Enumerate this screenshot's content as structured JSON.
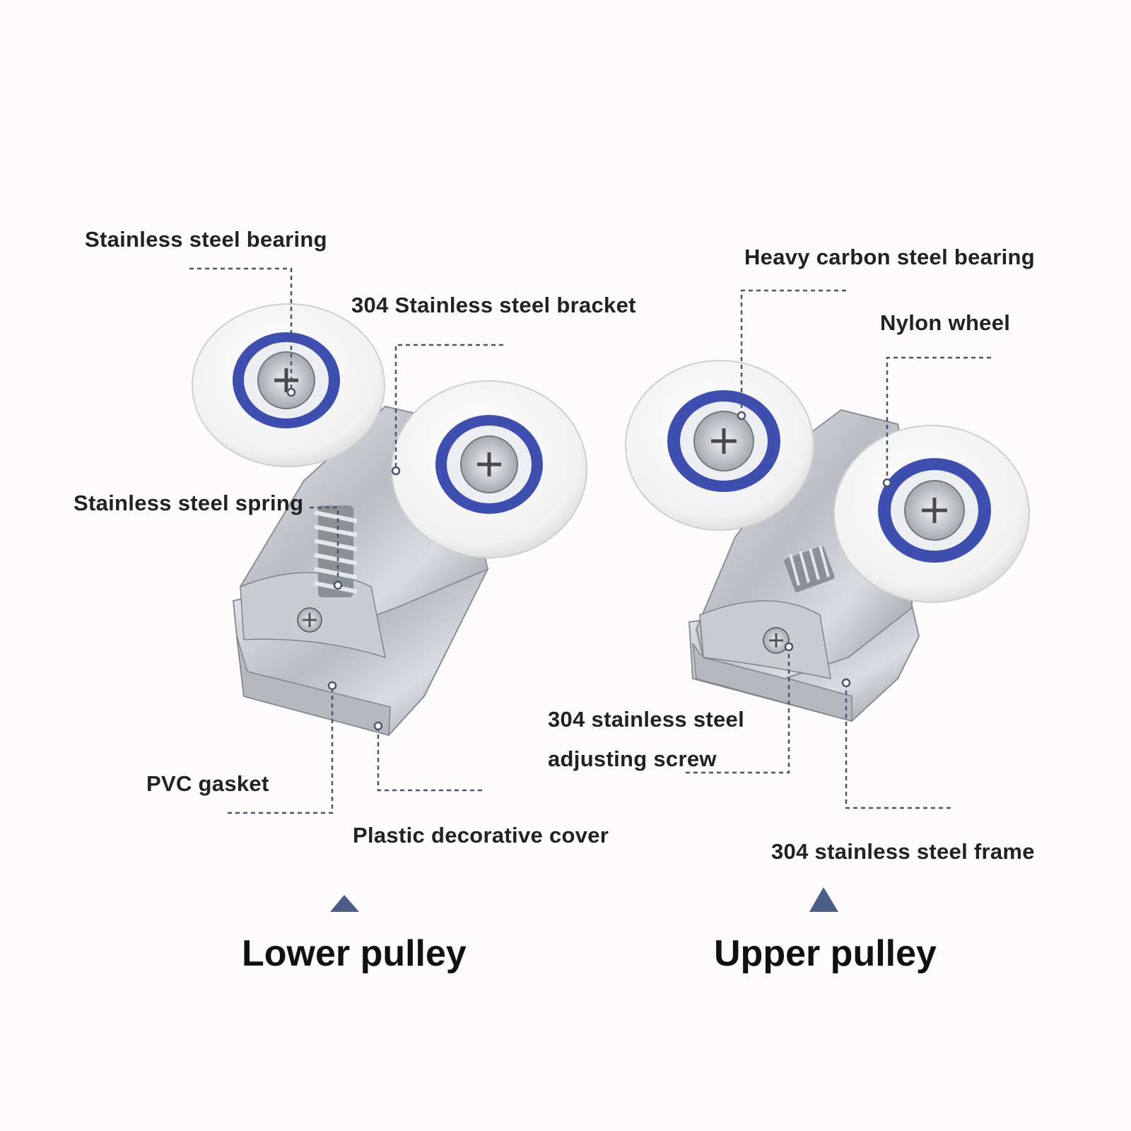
{
  "colors": {
    "background": "#fdfbfb",
    "leader_line": "#4a5670",
    "arrow": "#4a5e88",
    "wheel_white": "#f4f4f4",
    "bearing_blue": "#3e4fb0",
    "steel": "#c3c7cc"
  },
  "callouts": {
    "stainless_bearing": "Stainless steel bearing",
    "bracket": "304 Stainless steel bracket",
    "spring": "Stainless steel spring",
    "pvc_gasket": "PVC gasket",
    "plastic_cover": "Plastic decorative cover",
    "heavy_bearing": "Heavy carbon steel bearing",
    "nylon_wheel": "Nylon wheel",
    "adjusting_screw_line1": "304 stainless steel",
    "adjusting_screw_line2": "adjusting screw",
    "frame": "304 stainless steel frame"
  },
  "captions": {
    "lower": "Lower pulley",
    "upper": "Upper pulley"
  },
  "arrows": {
    "lower": "up-triangle-icon",
    "upper": "up-triangle-icon"
  }
}
